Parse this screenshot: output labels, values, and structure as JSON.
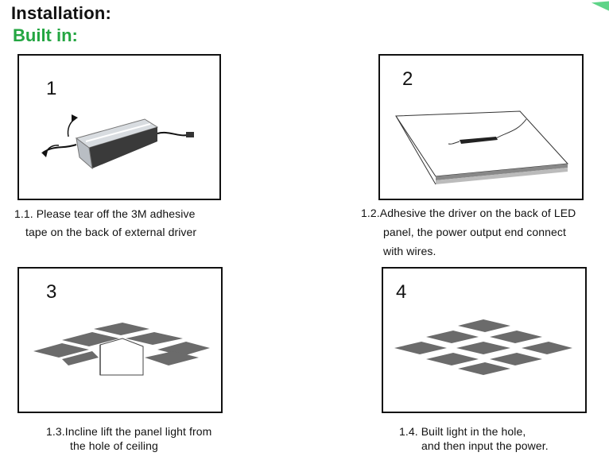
{
  "header": {
    "title": "Installation:",
    "subtitle": "Built in:"
  },
  "steps": [
    {
      "number": "1",
      "caption_lines": [
        "1.1. Please tear off the 3M adhesive",
        "tape  on the back of external driver"
      ]
    },
    {
      "number": "2",
      "caption_lines": [
        "1.2.Adhesive the driver on the back of LED",
        "panel, the power output end connect",
        "with wires."
      ]
    },
    {
      "number": "3",
      "caption_lines": [
        "1.3.Incline lift the panel light from",
        "the hole of ceiling"
      ]
    },
    {
      "number": "4",
      "caption_lines": [
        "1.4. Built light in the hole,",
        "and then input the power."
      ]
    }
  ],
  "colors": {
    "accent_green": "#24a642",
    "tile_gray": "#6b6b6b",
    "border": "#111111"
  }
}
